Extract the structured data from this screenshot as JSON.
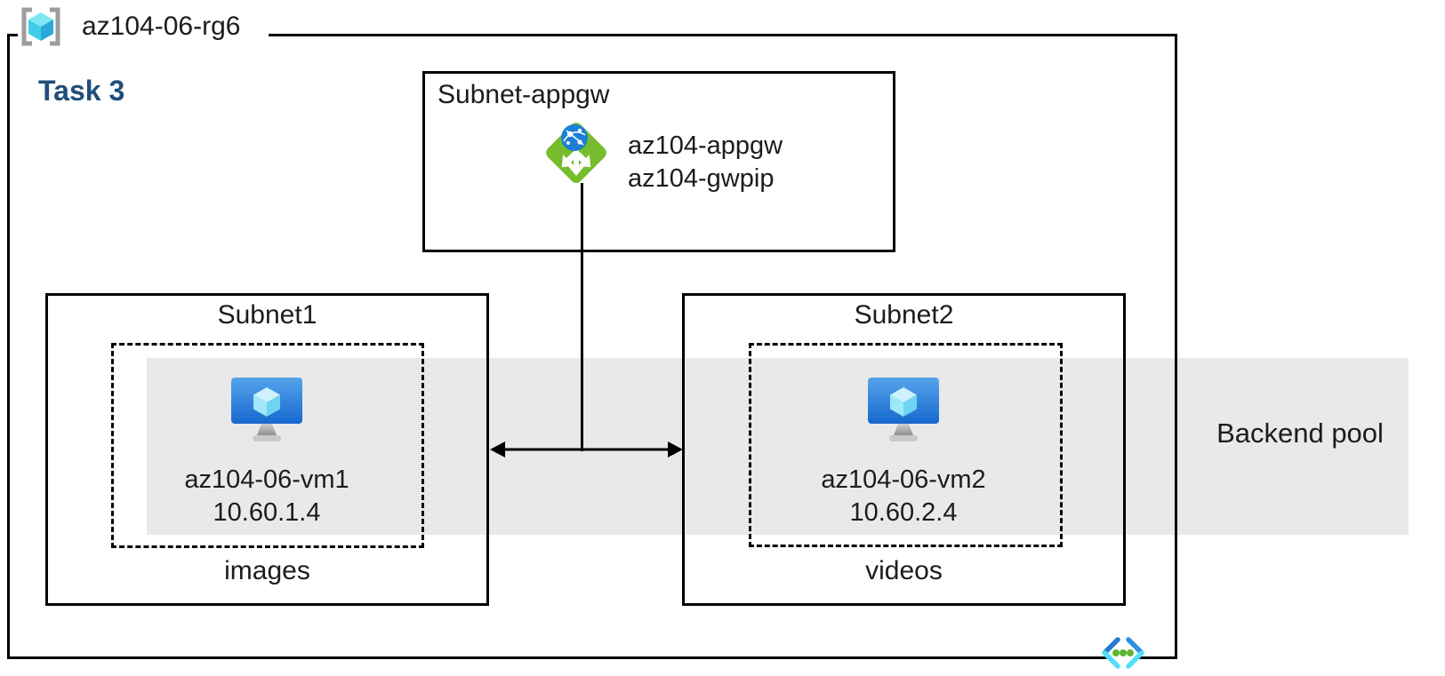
{
  "resource_group": {
    "name": "az104-06-rg6"
  },
  "task": {
    "label": "Task 3"
  },
  "appgw_subnet": {
    "label": "Subnet-appgw",
    "gateway_name": "az104-appgw",
    "public_ip_name": "az104-gwpip"
  },
  "subnet1": {
    "label": "Subnet1",
    "vm_name": "az104-06-vm1",
    "vm_ip": "10.60.1.4",
    "app_label": "images"
  },
  "subnet2": {
    "label": "Subnet2",
    "vm_name": "az104-06-vm2",
    "vm_ip": "10.60.2.4",
    "app_label": "videos"
  },
  "backend_pool": {
    "label": "Backend pool"
  },
  "icons": {
    "resource_group": "resource-group-icon",
    "application_gateway": "application-gateway-icon",
    "virtual_machine": "virtual-machine-icon",
    "virtual_network": "virtual-network-icon"
  },
  "colors": {
    "task_heading": "#1F4E79",
    "appgw_green": "#76BC2D",
    "globe_blue": "#1B7FD6",
    "vm_screen_top": "#56A4EC",
    "vm_screen_bottom": "#1768CE",
    "cube_cyan": "#50E6FF",
    "backend_band_gray": "#E9E9E9",
    "line_black": "#000000"
  }
}
